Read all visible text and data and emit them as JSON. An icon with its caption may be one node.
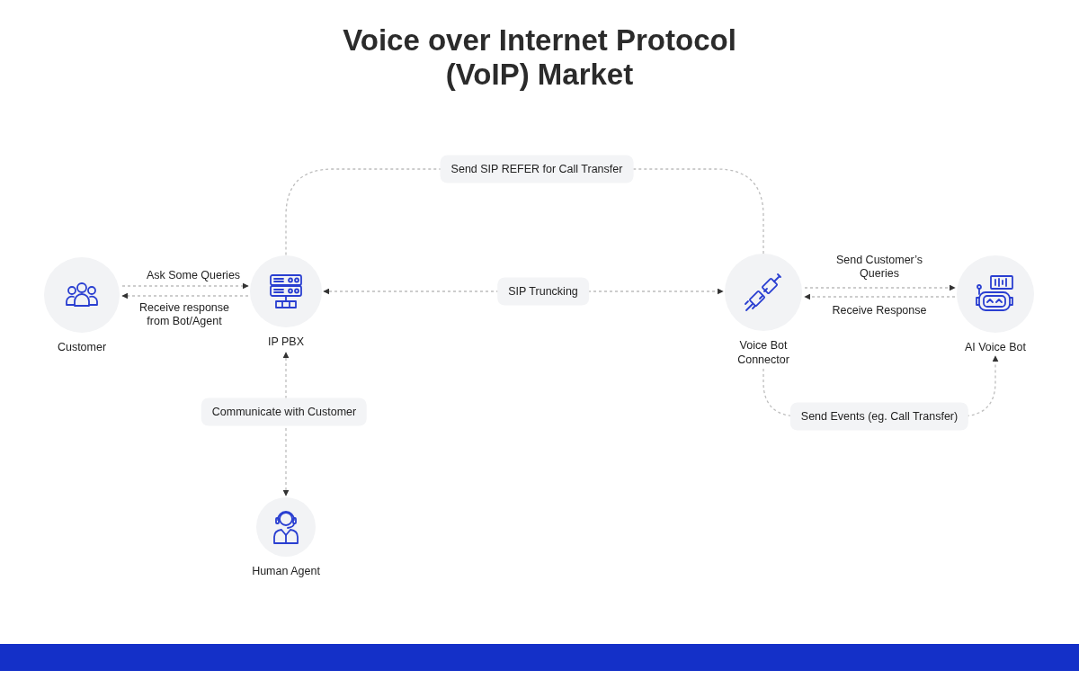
{
  "diagram": {
    "title": "Voice over Internet Protocol (VoIP) Market",
    "nodes": [
      {
        "text": [
          "Customer"
        ]
      },
      {
        "text": [
          "IP PBX"
        ]
      },
      {
        "text": [
          "Voice Bot Connector"
        ]
      },
      {
        "text": [
          "AI Voice Bot"
        ]
      },
      {
        "text": [
          "Human Agent"
        ]
      }
    ],
    "edges": [
      {
        "from": 0,
        "to": 1,
        "arrow": "to",
        "label": "Ask Some Queries",
        "style": "dashed"
      },
      {
        "from": 1,
        "to": 0,
        "arrow": "to",
        "label": "Receive response from Bot/Agent",
        "style": "dashed"
      },
      {
        "from": 1,
        "to": 2,
        "arrow": "both",
        "label": "SIP Truncking",
        "style": "dashed"
      },
      {
        "from": 2,
        "to": 1,
        "arrow": "none",
        "label": "Send SIP REFER for Call Transfer",
        "style": "dashed"
      },
      {
        "from": 2,
        "to": 3,
        "arrow": "to",
        "label": "Send Customer’s Queries",
        "style": "dashed"
      },
      {
        "from": 3,
        "to": 2,
        "arrow": "to",
        "label": "Receive Response",
        "style": "dashed"
      },
      {
        "from": 2,
        "to": 3,
        "arrow": "to",
        "label": "Send Events (eg. Call Transfer)",
        "style": "dashed"
      },
      {
        "from": 1,
        "to": 4,
        "arrow": "both",
        "label": "Communicate with Customer",
        "style": "dashed"
      }
    ]
  }
}
